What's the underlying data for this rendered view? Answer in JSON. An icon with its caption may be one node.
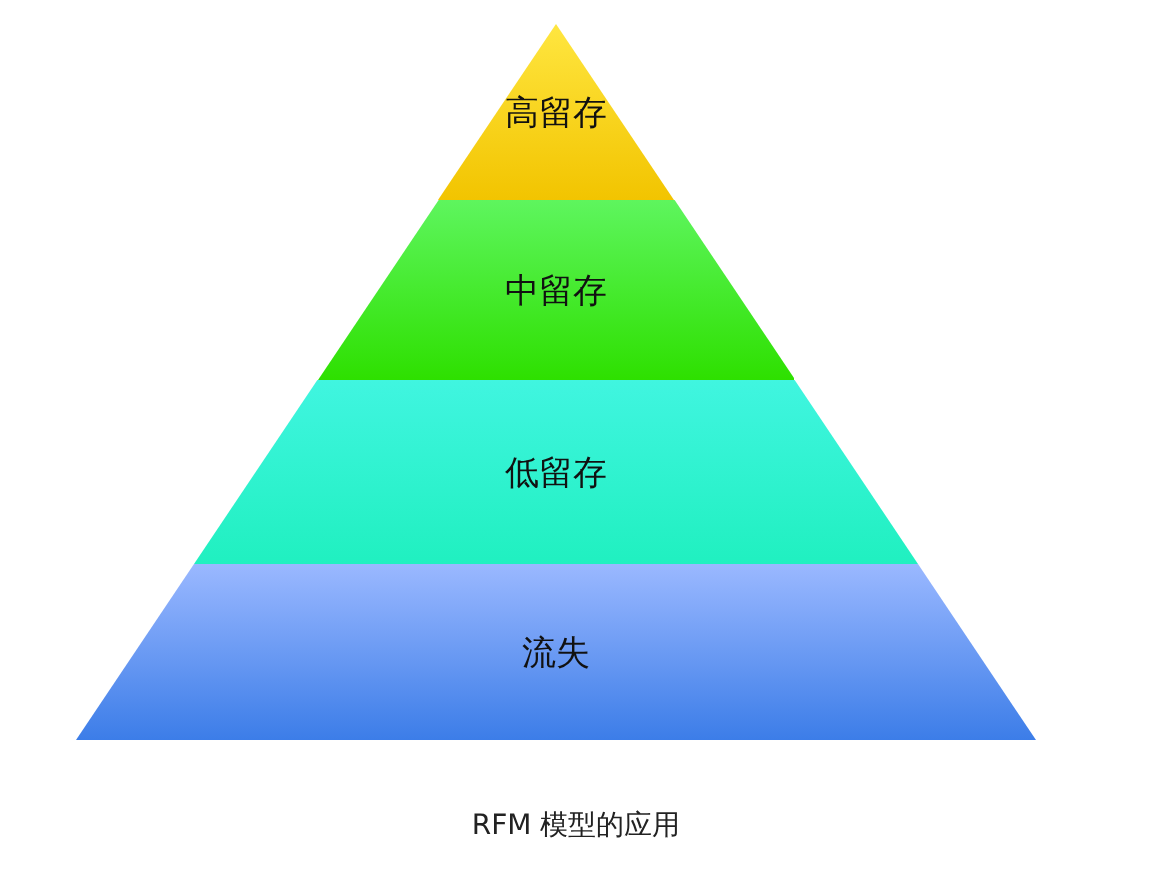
{
  "diagram": {
    "caption": "RFM 模型的应用",
    "nodes": [
      {
        "text": [
          "高留存"
        ]
      },
      {
        "text": [
          "中留存"
        ]
      },
      {
        "text": [
          "低留存"
        ]
      },
      {
        "text": [
          "流失"
        ]
      }
    ]
  }
}
